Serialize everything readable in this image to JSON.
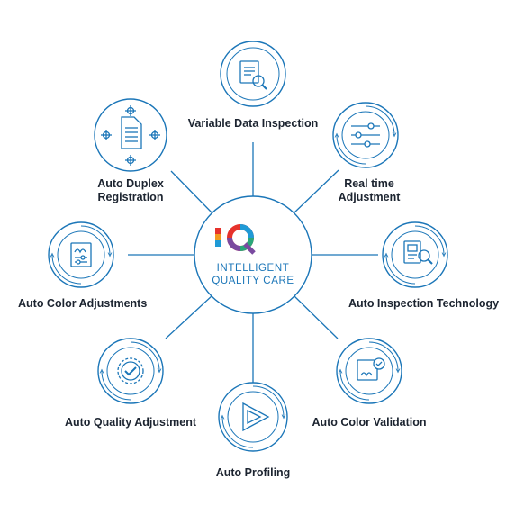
{
  "logo": {
    "mark": "IQ",
    "line1": "INTELLIGENT",
    "line2": "QUALITY CARE",
    "colors": [
      "#e6322c",
      "#f29a1f",
      "#1f9ad6",
      "#2aa77a",
      "#7a4aa0"
    ]
  },
  "accent_color": "#1b76b8",
  "nodes": [
    {
      "id": "variable-data-inspection",
      "label": "Variable Data Inspection",
      "icon": "document-magnifier-icon"
    },
    {
      "id": "real-time-adjustment",
      "label": "Real time\nAdjustment",
      "icon": "sliders-icon"
    },
    {
      "id": "auto-inspection-technology",
      "label": "Auto Inspection Technology",
      "icon": "document-chart-magnifier-icon"
    },
    {
      "id": "auto-color-validation",
      "label": "Auto Color Validation",
      "icon": "color-check-icon"
    },
    {
      "id": "auto-profiling",
      "label": "Auto Profiling",
      "icon": "play-triangle-icon"
    },
    {
      "id": "auto-quality-adjustment",
      "label": "Auto Quality Adjustment",
      "icon": "badge-check-icon"
    },
    {
      "id": "auto-color-adjustments",
      "label": "Auto Color Adjustments",
      "icon": "color-sliders-icon"
    },
    {
      "id": "auto-duplex-registration",
      "label": "Auto Duplex\nRegistration",
      "icon": "document-crosshair-icon"
    }
  ]
}
